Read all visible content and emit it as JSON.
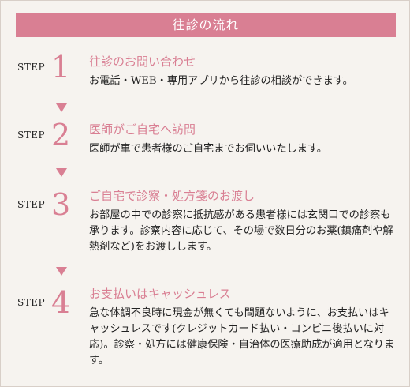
{
  "header": {
    "title": "往診の流れ"
  },
  "steps": [
    {
      "label": "STEP",
      "number": "1",
      "title": "往診のお問い合わせ",
      "description": "お電話・WEB・専用アプリから往診の相談ができます。"
    },
    {
      "label": "STEP",
      "number": "2",
      "title": "医師がご自宅へ訪問",
      "description": "医師が車で患者様のご自宅までお伺いいたします。"
    },
    {
      "label": "STEP",
      "number": "3",
      "title": "ご自宅で診察・処方箋のお渡し",
      "description": "お部屋の中での診察に抵抗感がある患者様には玄関口での診察も承ります。診察内容に応じて、その場で数日分のお薬(鎮痛剤や解熱剤など)をお渡しします。"
    },
    {
      "label": "STEP",
      "number": "4",
      "title": "お支払いはキャッシュレス",
      "description": "急な体調不良時に現金が無くても問題ないように、お支払いはキャッシュレスです(クレジットカード払い・コンビニ後払いに対応)。診察・処方には健康保険・自治体の医療助成が適用となります。"
    }
  ],
  "colors": {
    "accent": "#d97f93",
    "background": "#f6f3ef",
    "text": "#222222"
  }
}
